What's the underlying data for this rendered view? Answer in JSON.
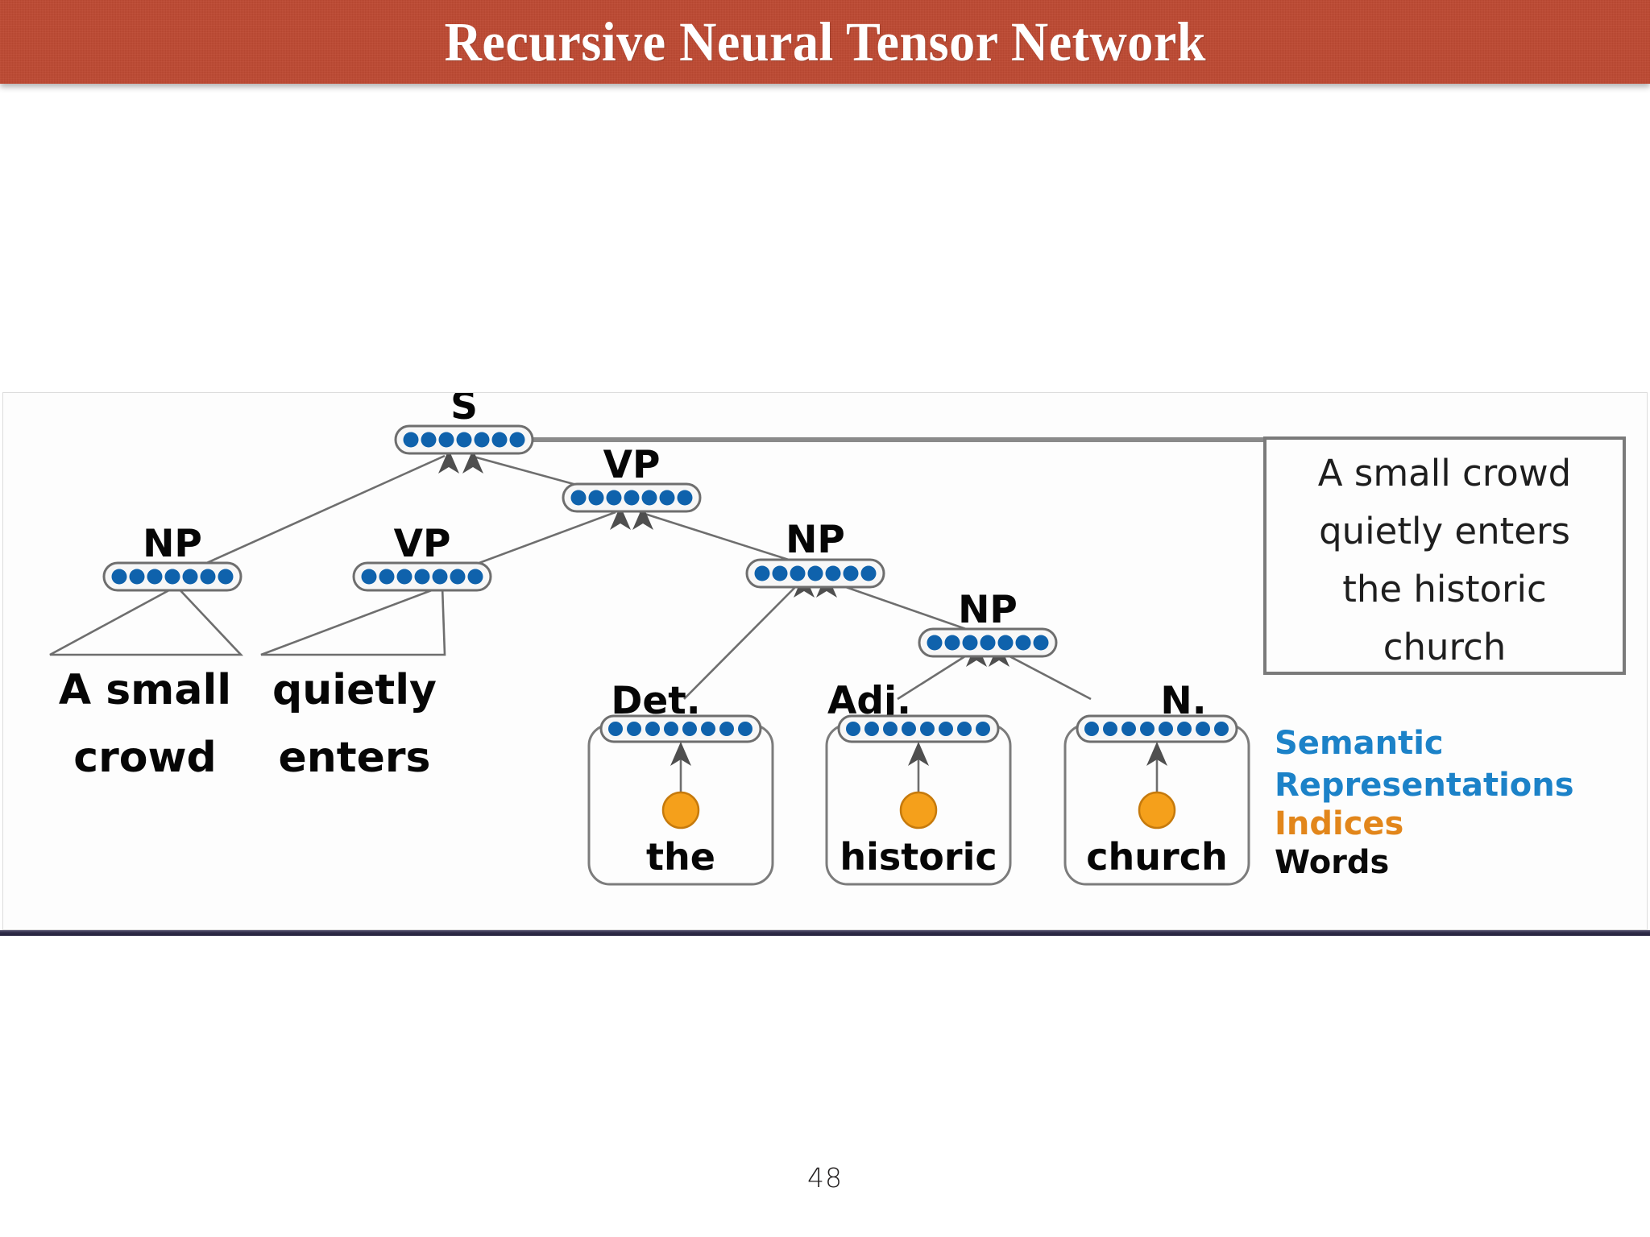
{
  "slide": {
    "title": "Recursive Neural Tensor Network",
    "page_number": "48",
    "banner_color": "#BE4A33",
    "banner_text_color": "#FFFFFF"
  },
  "diagram": {
    "name": "recursive-neural-tensor-network-parse-tree",
    "sentence_box": {
      "lines": [
        "A small crowd",
        "quietly enters",
        "the historic",
        "church"
      ]
    },
    "legend": [
      {
        "label": "Semantic",
        "color": "#1C82C8"
      },
      {
        "label": "Representations",
        "color": "#1C82C8"
      },
      {
        "label": "Indices",
        "color": "#E2861B"
      },
      {
        "label": "Words",
        "color": "#0A0A0A"
      }
    ],
    "colors": {
      "vector_dot": "#0F62AC",
      "vector_pill_fill": "#F7F7F7",
      "vector_pill_stroke": "#6E6E6E",
      "index_circle": "#F5A01B",
      "index_circle_stroke": "#C67A0C",
      "edge": "#6E6E6E",
      "arrow_head": "#4F4F4F",
      "box_stroke": "#7A7A7A"
    },
    "nodes": [
      {
        "id": "s",
        "label": "S",
        "dots": 7,
        "label_pos": "above"
      },
      {
        "id": "np1",
        "label": "NP",
        "dots": 7,
        "label_pos": "above"
      },
      {
        "id": "vp-top",
        "label": "VP",
        "dots": 7,
        "label_pos": "above"
      },
      {
        "id": "vp2",
        "label": "VP",
        "dots": 7,
        "label_pos": "above"
      },
      {
        "id": "np2",
        "label": "NP",
        "dots": 7,
        "label_pos": "above"
      },
      {
        "id": "np3",
        "label": "NP",
        "dots": 7,
        "label_pos": "above"
      },
      {
        "id": "det",
        "label": "Det.",
        "dots": 8,
        "label_pos": "above"
      },
      {
        "id": "adj",
        "label": "Adj.",
        "dots": 8,
        "label_pos": "above"
      },
      {
        "id": "n",
        "label": "N.",
        "dots": 8,
        "label_pos": "above"
      }
    ],
    "leaf_phrases": [
      {
        "id": "phrase-a-small-crowd",
        "lines": [
          "A small",
          "crowd"
        ]
      },
      {
        "id": "phrase-quietly-enters",
        "lines": [
          "quietly",
          "enters"
        ]
      }
    ],
    "word_boxes": [
      {
        "id": "word-the",
        "word": "the"
      },
      {
        "id": "word-historic",
        "word": "historic"
      },
      {
        "id": "word-church",
        "word": "church"
      }
    ]
  }
}
